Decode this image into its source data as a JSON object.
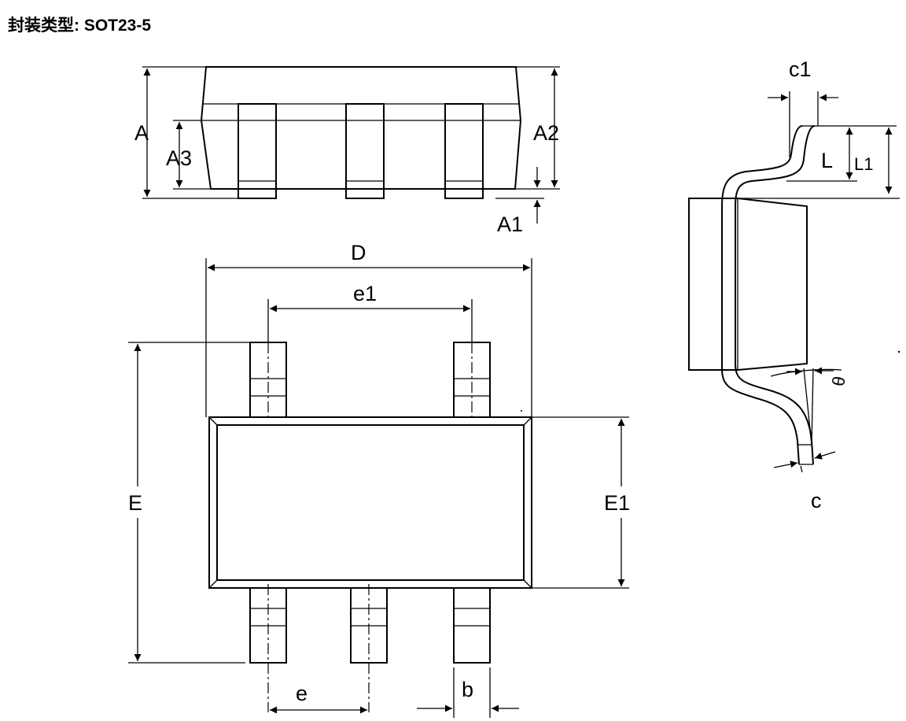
{
  "title": {
    "prefix": "封装类型",
    "package": ": SOT23-5"
  },
  "labels": {
    "A": "A",
    "A1": "A1",
    "A2": "A2",
    "A3": "A3",
    "D": "D",
    "e1": "e1",
    "E": "E",
    "E1": "E1",
    "e": "e",
    "b": "b",
    "c1": "c1",
    "c": "c",
    "L": "L",
    "L1": "L1",
    "theta": "θ"
  }
}
